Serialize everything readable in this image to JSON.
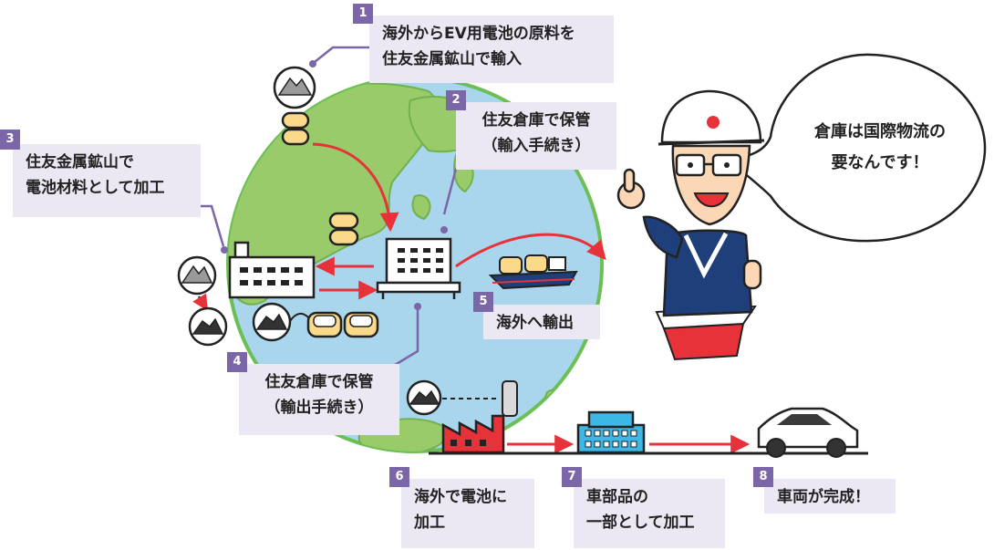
{
  "steps": [
    {
      "num": "1",
      "lines": [
        "海外からEV用電池の原料を",
        "住友金属鉱山で輸入"
      ]
    },
    {
      "num": "2",
      "lines": [
        "住友倉庫で保管",
        "（輸入手続き）"
      ]
    },
    {
      "num": "3",
      "lines": [
        "住友金属鉱山で",
        "電池材料として加工"
      ]
    },
    {
      "num": "4",
      "lines": [
        "住友倉庫で保管",
        "（輸出手続き）"
      ]
    },
    {
      "num": "5",
      "lines": [
        "海外へ輸出"
      ]
    },
    {
      "num": "6",
      "lines": [
        "海外で電池に",
        "加工"
      ]
    },
    {
      "num": "7",
      "lines": [
        "車部品の",
        "一部として加工"
      ]
    },
    {
      "num": "8",
      "lines": [
        "車両が完成！"
      ]
    }
  ],
  "speech": {
    "lines": [
      "倉庫は国際物流の",
      "要なんです！"
    ]
  },
  "colors": {
    "globe_sea": "#a9d6ec",
    "land": "#9acb6a",
    "label_bg": "#ebe8f3",
    "badge": "#7b67a8",
    "arrow": "#e8323a",
    "factory": "#e8323a",
    "parts_factory": "#3cb8e6"
  },
  "icons": [
    "ore-icon",
    "battery-material-icon",
    "processing-plant-icon",
    "warehouse-icon",
    "cargo-ship-icon",
    "battery-factory-icon",
    "parts-factory-icon",
    "car-icon",
    "guide-character-icon"
  ]
}
